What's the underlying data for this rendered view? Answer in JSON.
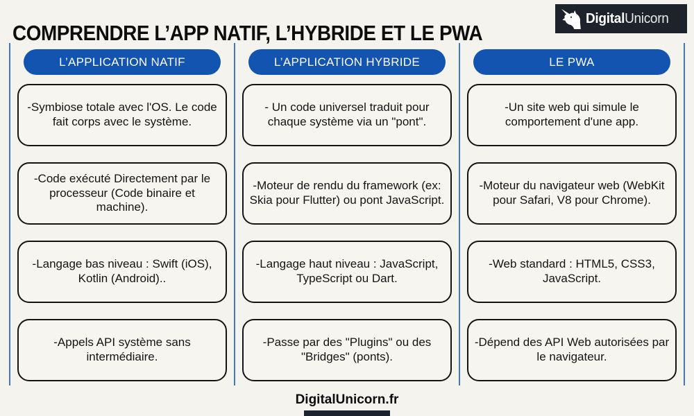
{
  "page": {
    "title": "COMPRENDRE L’APP NATIF, L’HYBRIDE ET LE PWA",
    "footer_site": "DigitalUnicorn.fr"
  },
  "logo": {
    "icon": "unicorn-icon",
    "text_bold": "Digital",
    "text_regular": "Unicorn"
  },
  "colors": {
    "background": "#F5F3EE",
    "header_pill_blue": "#1254B0",
    "divider_line_blue": "#4377C9",
    "logo_background": "#1E222A",
    "card_border": "#141414",
    "bottom_bar": "#1C222E"
  },
  "columns": [
    {
      "header": "L’APPLICATION NATIF",
      "cards": [
        "-Symbiose totale avec l'OS. Le code fait corps avec le système.",
        "-Code exécuté Directement par le processeur (Code binaire et machine).",
        "-Langage bas niveau : Swift (iOS), Kotlin (Android)..",
        "-Appels API système sans intermédiaire."
      ]
    },
    {
      "header": "L’APPLICATION HYBRIDE",
      "cards": [
        "- Un code universel traduit pour chaque système via un \"pont\".",
        "-Moteur de rendu du framework (ex: Skia pour Flutter) ou pont JavaScript.",
        "-Langage haut niveau : JavaScript, TypeScript ou Dart.",
        "-Passe par des \"Plugins\" ou des \"Bridges\" (ponts)."
      ]
    },
    {
      "header": "LE PWA",
      "cards": [
        "-Un site web qui simule le comportement d'une app.",
        "-Moteur du navigateur web (WebKit pour Safari, V8 pour Chrome).",
        "-Web standard : HTML5, CSS3, JavaScript.",
        "-Dépend des API Web autorisées par le navigateur."
      ]
    }
  ]
}
